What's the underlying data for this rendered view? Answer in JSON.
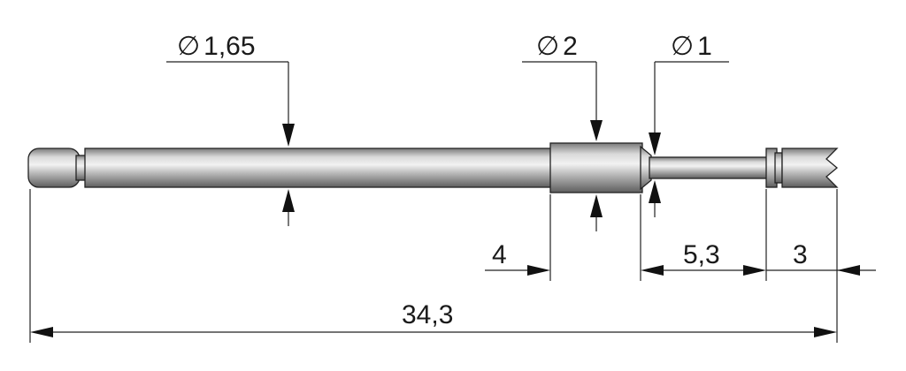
{
  "dimensions": {
    "dia_body": "1,65",
    "dia_collar": "2",
    "dia_tip": "1",
    "len_collar": "4",
    "len_tip_shaft": "5,3",
    "len_crown": "3",
    "len_total": "34,3"
  },
  "symbols": {
    "diameter": "∅"
  },
  "colors": {
    "metal_dark": "#6a6a6a",
    "metal_mid": "#b8b8b8",
    "metal_light": "#eeeeee",
    "line": "#222222"
  }
}
